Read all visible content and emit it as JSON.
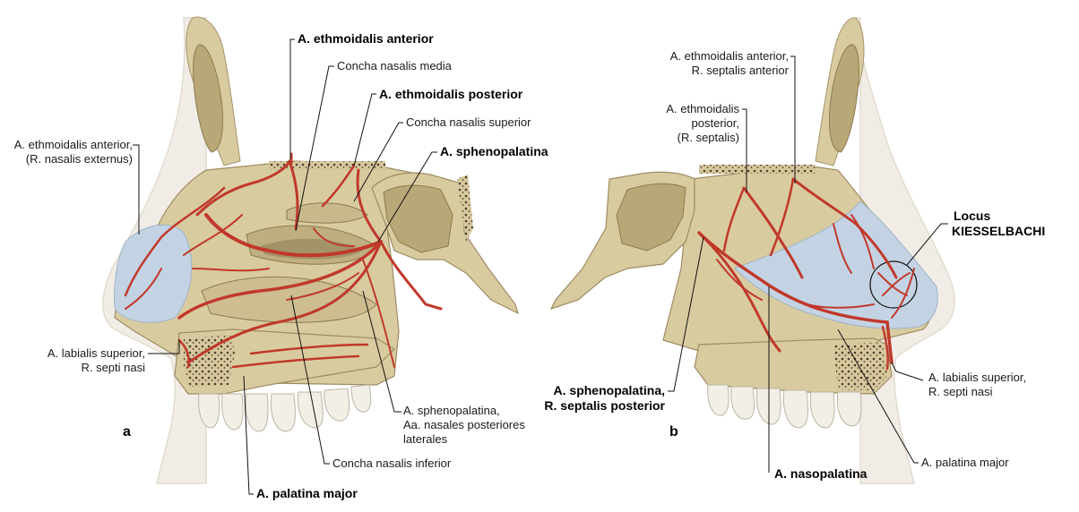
{
  "panels": [
    "a",
    "b"
  ],
  "labels_a": {
    "eth_ant": "A. ethmoidalis anterior",
    "concha_media": "Concha nasalis media",
    "eth_post": "A. ethmoidalis posterior",
    "concha_sup": "Concha nasalis superior",
    "spheno": "A. sphenopalatina",
    "eth_ant_ext_1": "A. ethmoidalis anterior,",
    "eth_ant_ext_2": "(R. nasalis externus)",
    "labial_1": "A. labialis superior,",
    "labial_2": "R. septi nasi",
    "spheno_lat_1": "A. sphenopalatina,",
    "spheno_lat_2": "Aa. nasales posteriores",
    "spheno_lat_3": "laterales",
    "concha_inf": "Concha nasalis inferior",
    "palatina": "A. palatina major"
  },
  "labels_b": {
    "eth_ant_sept_1": "A. ethmoidalis anterior,",
    "eth_ant_sept_2": "R. septalis anterior",
    "eth_post_1": "A. ethmoidalis",
    "eth_post_2": "posterior,",
    "eth_post_3": "(R. septalis)",
    "locus_1": "Locus",
    "locus_2": "KIESSELBACHI",
    "spheno_sept_1": "A. sphenopalatina,",
    "spheno_sept_2": "R. septalis posterior",
    "labial_1": "A. labialis superior,",
    "labial_2": "R. septi nasi",
    "nasopalatina": "A. nasopalatina",
    "palatina": "A. palatina major"
  },
  "colors": {
    "bone": "#d9cba0",
    "bone_dark": "#b9a877",
    "cavity": "#c8b88c",
    "mucosa_blue": "#c4d3e3",
    "artery": "#c0392b",
    "skin": "#f1ede6",
    "marrow": "#3d3427"
  }
}
